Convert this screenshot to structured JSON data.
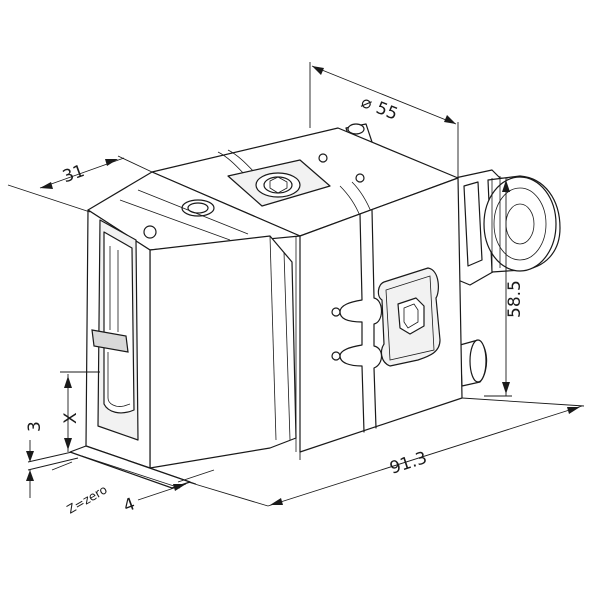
{
  "dimensions": {
    "diameter_symbol": "⌀",
    "diameter": "55",
    "width_left": "31",
    "height_right": "58.5",
    "length_bottom": "91.3",
    "offset_3": "3",
    "offset_x": "X",
    "offset_4": "4",
    "z_zero": "Z=zero"
  }
}
